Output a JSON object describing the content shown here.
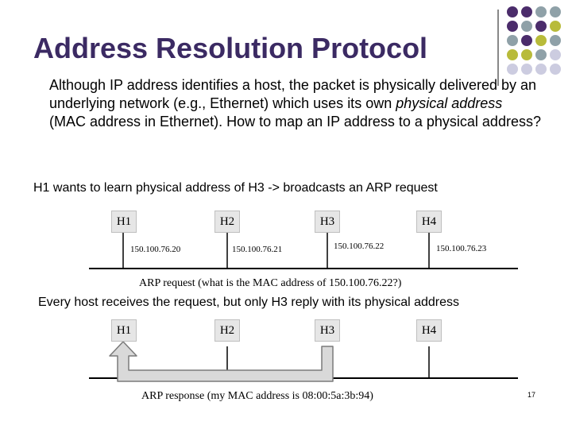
{
  "title": "Address Resolution Protocol",
  "intro": {
    "before": "Although IP address identifies a host, the packet is physically delivered by an underlying network (e.g., Ethernet) which uses its own ",
    "emph": "physical address",
    "after": " (MAC address in Ethernet). How to map an IP address to a physical address?"
  },
  "request_heading": "H1 wants to learn physical address of H3 -> broadcasts an ARP request",
  "request_hosts": [
    {
      "label": "H1",
      "ip": "150.100.76.20"
    },
    {
      "label": "H2",
      "ip": "150.100.76.21"
    },
    {
      "label": "H3",
      "ip": "150.100.76.22"
    },
    {
      "label": "H4",
      "ip": "150.100.76.23"
    }
  ],
  "request_caption": "ARP request (what is the MAC address of 150.100.76.22?)",
  "response_heading": "Every host receives the request, but only H3 reply with its physical address",
  "response_hosts": [
    {
      "label": "H1"
    },
    {
      "label": "H2"
    },
    {
      "label": "H3"
    },
    {
      "label": "H4"
    }
  ],
  "response_caption": "ARP response (my MAC address is 08:00:5a:3b:94)",
  "page_number": "17",
  "colors": {
    "title": "#3b2a63",
    "dot_purple": "#4b2c6b",
    "dot_gray": "#8fa1a8",
    "dot_olive": "#b8bb3a",
    "dot_light": "#cccce0",
    "arrow_fill": "#d9d9d9"
  }
}
